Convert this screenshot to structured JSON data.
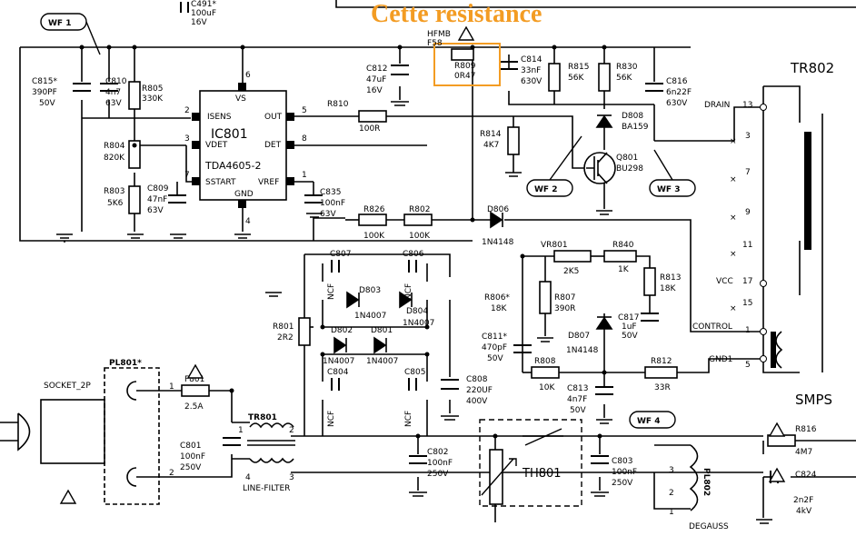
{
  "annotation": {
    "text": "Cette resistance",
    "color": "#f39c23"
  },
  "tags": {
    "wf1": "WF 1",
    "wf2": "WF 2",
    "wf3": "WF 3",
    "wf4": "WF 4"
  },
  "ic": {
    "name": "IC801",
    "part": "TDA4605-2",
    "pins": {
      "isens": "ISENS",
      "vdet": "VDET",
      "sstart": "SSTART",
      "vs": "VS",
      "out": "OUT",
      "det": "DET",
      "vref": "VREF",
      "gnd": "GND"
    },
    "numbers": {
      "p1": "1",
      "p2": "2",
      "p3": "3",
      "p4": "4",
      "p5": "5",
      "p6": "6",
      "p7": "7",
      "p8": "8"
    }
  },
  "parts": {
    "c491": [
      "C491*",
      "100uF",
      "16V"
    ],
    "c815": [
      "C815*",
      "390PF",
      "50V"
    ],
    "c810": [
      "C810",
      "4n7",
      "63V"
    ],
    "r805": [
      "R805",
      "330K"
    ],
    "r804": [
      "R804",
      "820K"
    ],
    "r803": [
      "R803",
      "5K6"
    ],
    "c809": [
      "C809",
      "47nF",
      "63V"
    ],
    "c812": [
      "C812",
      "47uF",
      "16V"
    ],
    "r810": [
      "R810",
      "100R"
    ],
    "fuse": [
      "HFMB",
      "F58"
    ],
    "r809": [
      "R809",
      "0R47"
    ],
    "c814": [
      "C814",
      "33nF",
      "630V"
    ],
    "r815": [
      "R815",
      "56K"
    ],
    "r830": [
      "R830",
      "56K"
    ],
    "c816": [
      "C816",
      "6n22F",
      "630V"
    ],
    "d808": [
      "D808",
      "BA159"
    ],
    "r814": [
      "R814",
      "4K7"
    ],
    "q801": [
      "Q801",
      "BU298"
    ],
    "c835": [
      "C835",
      "100nF",
      "63V"
    ],
    "r826": [
      "R826",
      "100K"
    ],
    "r802": [
      "R802",
      "100K"
    ],
    "d806": [
      "D806",
      "1N4148"
    ],
    "vr801": [
      "VR801",
      "2K5"
    ],
    "r840": [
      "R840",
      "1K"
    ],
    "r813": [
      "R813",
      "18K"
    ],
    "c807": [
      "C807"
    ],
    "c806": [
      "C806"
    ],
    "c804": [
      "C804"
    ],
    "c805": [
      "C805"
    ],
    "d803": [
      "D803",
      "1N4007"
    ],
    "d804": [
      "D804",
      "1N4007"
    ],
    "d802": [
      "D802",
      "1N4007"
    ],
    "d801": [
      "D801",
      "1N4007"
    ],
    "r801": [
      "R801",
      "2R2"
    ],
    "r806": [
      "R806*",
      "18K"
    ],
    "r807": [
      "R807",
      "390R"
    ],
    "c817": [
      "C817",
      "1uF",
      "50V"
    ],
    "c811": [
      "C811*",
      "470pF",
      "50V"
    ],
    "r808": [
      "R808",
      "10K"
    ],
    "d807": [
      "D807",
      "1N4148"
    ],
    "r812": [
      "R812",
      "33R"
    ],
    "c808": [
      "C808",
      "220UF",
      "400V"
    ],
    "c813": [
      "C813",
      "4n7F",
      "50V"
    ],
    "pl801": [
      "PL801*"
    ],
    "socket": [
      "SOCKET_2P"
    ],
    "f801": [
      "F801",
      "2.5A"
    ],
    "tr801": [
      "TR801",
      "LINE-FILTER"
    ],
    "c801": [
      "C801",
      "100nF",
      "250V"
    ],
    "c802": [
      "C802",
      "100nF",
      "250V"
    ],
    "c803": [
      "C803",
      "100nF",
      "250V"
    ],
    "th801": [
      "TH801"
    ],
    "pl802": [
      "PL802",
      "DEGAUSS"
    ],
    "r816": [
      "R816",
      "4M7"
    ],
    "c824": [
      "C824",
      "2n2F",
      "4kV"
    ]
  },
  "transformer": {
    "name": "TR802",
    "label": "SMPS",
    "drain": "DRAIN",
    "vcc": "VCC",
    "control": "CONTROL",
    "gnd": "GND1",
    "pins": [
      "13",
      "3",
      "7",
      "9",
      "11",
      "17",
      "15",
      "1",
      "5"
    ]
  },
  "misc": {
    "ncf": "NCF",
    "p1": "1",
    "p2": "2",
    "p3": "3",
    "p4": "4",
    "x": "×"
  }
}
